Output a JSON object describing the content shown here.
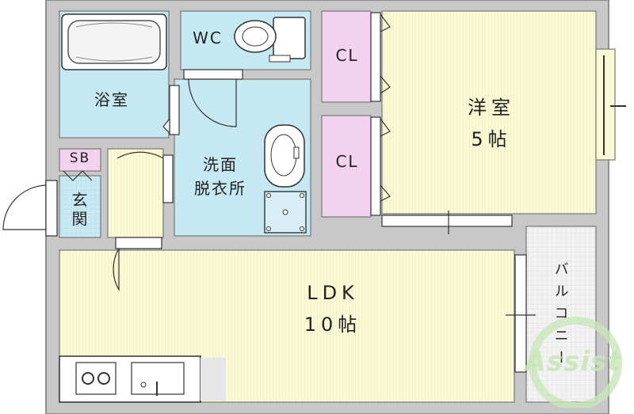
{
  "rooms": {
    "bath": "浴室",
    "wc": "WC",
    "washroom_line1": "洗面",
    "washroom_line2": "脱衣所",
    "closet_upper": "CL",
    "closet_lower": "CL",
    "western_line1": "洋室",
    "western_line2": "5帖",
    "sb": "SB",
    "entrance": "玄関",
    "ldk_line1": "LDK",
    "ldk_line2": "10帖",
    "balcony": "バルコニー"
  },
  "watermark": {
    "text": "Assist"
  },
  "colors": {
    "wall": "#8a8a8a",
    "wall_fill": "#c8c8c8",
    "tatami": "#fafad2",
    "wet_area": "#c6e8f2",
    "closet": "#f3d2f0",
    "balcony": "#eeeeee",
    "logo": "#b6dca0"
  }
}
